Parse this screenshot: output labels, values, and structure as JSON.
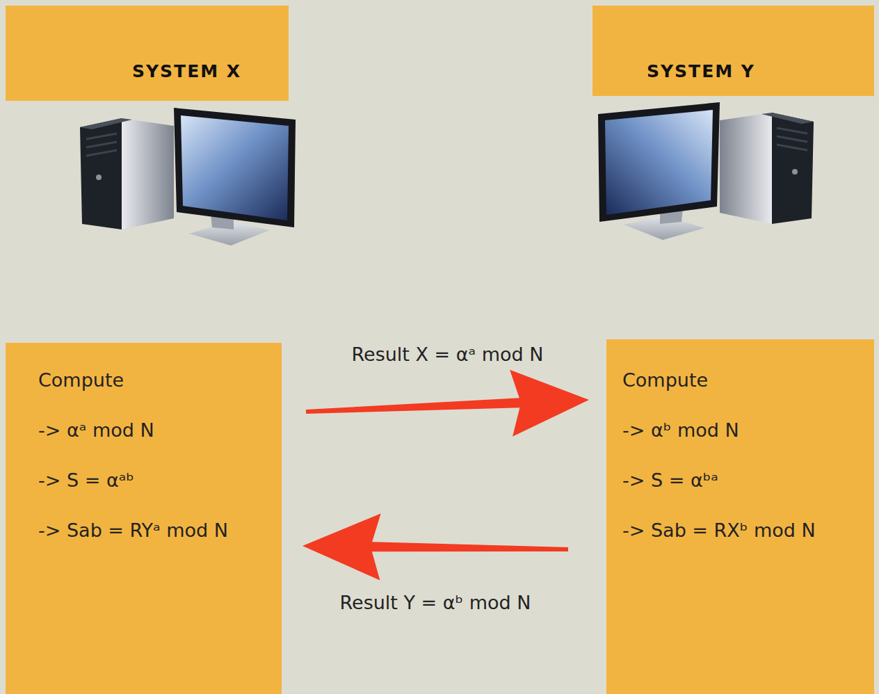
{
  "diagram": {
    "nodes": [
      {
        "text": [
          "SYSTEM X"
        ]
      },
      {
        "text": [
          "SYSTEM Y"
        ]
      },
      {
        "text": [
          "Compute",
          "-> αᵃ mod N",
          "-> S = αᵃᵇ",
          "-> Sab = RYᵃ mod N"
        ]
      },
      {
        "text": [
          "Compute",
          "-> αᵇ mod N",
          "-> S = αᵇᵃ",
          "-> Sab = RXᵇ mod N"
        ]
      }
    ],
    "edges": [
      {
        "from": 2,
        "to": 3,
        "arrow": "to",
        "label": "Result X = αᵃ mod N"
      },
      {
        "from": 3,
        "to": 2,
        "arrow": "to",
        "label": "Result Y = αᵇ mod N"
      }
    ]
  }
}
